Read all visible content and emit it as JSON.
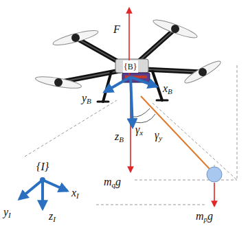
{
  "diagram": {
    "labels": [
      "F",
      "{B}",
      "xB",
      "yB",
      "zB",
      "γx",
      "γy",
      "mqg",
      "mpg",
      "{I}",
      "xI",
      "yI",
      "zI"
    ]
  }
}
